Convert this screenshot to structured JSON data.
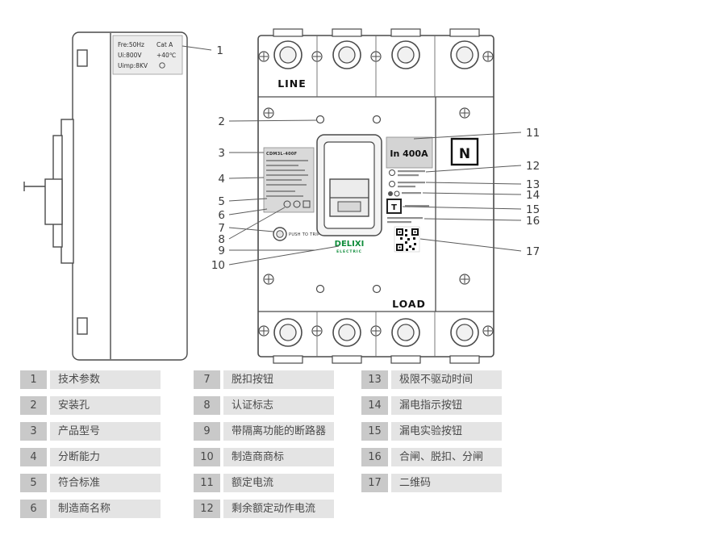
{
  "colors": {
    "brand_green": "#0e8c3a",
    "legend_num_bg": "#c9c9c9",
    "legend_label_bg": "#e4e4e4"
  },
  "side_view": {
    "freq": "Fre:50Hz",
    "category": "Cat A",
    "ui": "Ui:800V",
    "temp": "+40℃",
    "uimp": "Uimp:8KV"
  },
  "front_view": {
    "line_label": "LINE",
    "load_label": "LOAD",
    "model": "CDM3L-400F",
    "trip_label": "PUSH TO TRIP",
    "brand": "DELIXI",
    "brand_sub": "ELECTRIC",
    "rated_current": "In 400A",
    "neutral_marker": "N",
    "test_button": "T"
  },
  "callouts": [
    "1",
    "2",
    "3",
    "4",
    "5",
    "6",
    "7",
    "8",
    "9",
    "10",
    "11",
    "12",
    "13",
    "14",
    "15",
    "16",
    "17"
  ],
  "legend": [
    {
      "num": "1",
      "label": "技术参数"
    },
    {
      "num": "2",
      "label": "安装孔"
    },
    {
      "num": "3",
      "label": "产品型号"
    },
    {
      "num": "4",
      "label": "分断能力"
    },
    {
      "num": "5",
      "label": "符合标准"
    },
    {
      "num": "6",
      "label": "制造商名称"
    },
    {
      "num": "7",
      "label": "脱扣按钮"
    },
    {
      "num": "8",
      "label": "认证标志"
    },
    {
      "num": "9",
      "label": "带隔离功能的断路器"
    },
    {
      "num": "10",
      "label": "制造商商标"
    },
    {
      "num": "11",
      "label": "额定电流"
    },
    {
      "num": "12",
      "label": "剩余额定动作电流"
    },
    {
      "num": "13",
      "label": "极限不驱动时间"
    },
    {
      "num": "14",
      "label": "漏电指示按钮"
    },
    {
      "num": "15",
      "label": "漏电实验按钮"
    },
    {
      "num": "16",
      "label": "合闸、脱扣、分闸"
    },
    {
      "num": "17",
      "label": "二维码"
    }
  ]
}
